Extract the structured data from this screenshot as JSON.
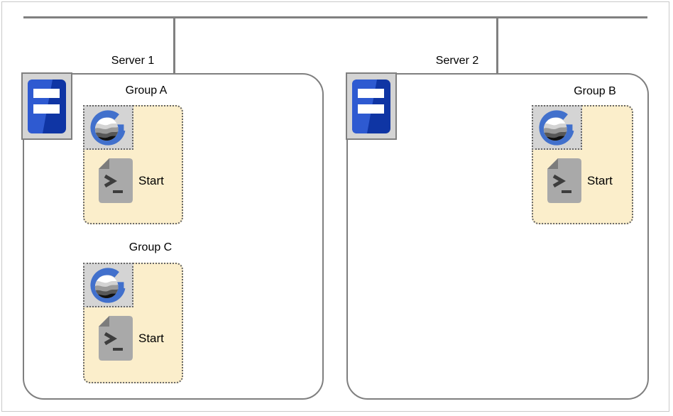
{
  "diagram": {
    "servers": [
      {
        "label": "Server 1",
        "icon": "server-icon",
        "groups": [
          {
            "label": "Group A",
            "icon": "g-logo-icon",
            "items": [
              {
                "icon": "script-icon",
                "label": "Start"
              }
            ]
          },
          {
            "label": "Group C",
            "icon": "g-logo-icon",
            "items": [
              {
                "icon": "script-icon",
                "label": "Start"
              }
            ]
          }
        ]
      },
      {
        "label": "Server 2",
        "icon": "server-icon",
        "groups": [
          {
            "label": "Group B",
            "icon": "g-logo-icon",
            "items": [
              {
                "icon": "script-icon",
                "label": "Start"
              }
            ]
          }
        ]
      }
    ],
    "colors": {
      "line_gray": "#808080",
      "container_border": "#7f7f7f",
      "group_fill": "#fbeecb",
      "dotted_border": "#666666",
      "icon_tile_fill": "#d4d4d4",
      "server_icon_blue_light": "#2e5ad1",
      "server_icon_blue_dark": "#0f35a4",
      "g_logo_blue": "#4170cc",
      "script_icon_gray": "#a9a9a9",
      "frame_border": "#c9c9c9"
    }
  }
}
